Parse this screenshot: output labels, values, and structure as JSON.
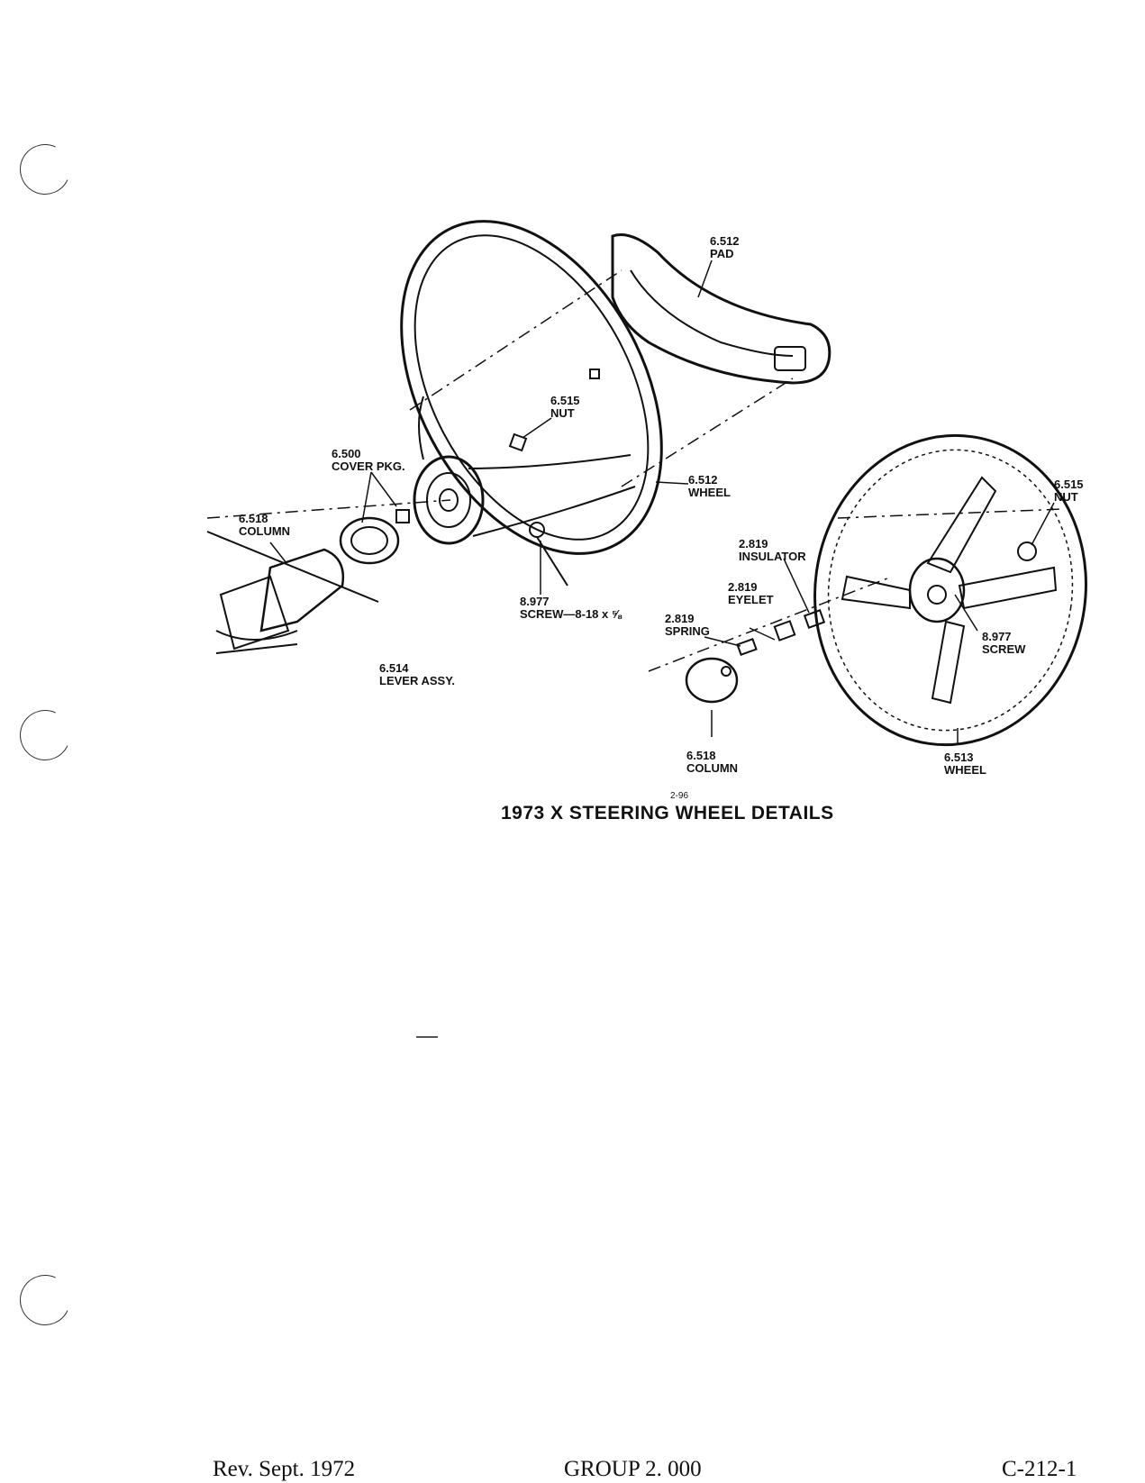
{
  "diagram": {
    "labels": {
      "pad_num": "6.512",
      "pad_name": "PAD",
      "nut_num": "6.515",
      "nut_name": "NUT",
      "cover_num": "6.500",
      "cover_name": "COVER PKG.",
      "wheel_num": "6.512",
      "wheel_name": "WHEEL",
      "column_left_num": "6.518",
      "column_left_name": "COLUMN",
      "screw_num": "8.977",
      "screw_name": "SCREW—8-18 x ⅝",
      "lever_num": "6.514",
      "lever_name": "LEVER ASSY.",
      "insulator_num": "2.819",
      "insulator_name": "INSULATOR",
      "eyelet_num": "2.819",
      "eyelet_name": "EYELET",
      "spring_num": "2.819",
      "spring_name": "SPRING",
      "nut_right_num": "6.515",
      "nut_right_name": "NUT",
      "screw_right_num": "8.977",
      "screw_right_name": "SCREW",
      "column_right_num": "6.518",
      "column_right_name": "COLUMN",
      "wheel_right_num": "6.513",
      "wheel_right_name": "WHEEL"
    },
    "figure_code": "2-96",
    "caption": "1973 X STEERING WHEEL DETAILS"
  },
  "footer": {
    "revision": "Rev. Sept. 1972",
    "group": "GROUP 2. 000",
    "page_code": "C-212-1"
  }
}
